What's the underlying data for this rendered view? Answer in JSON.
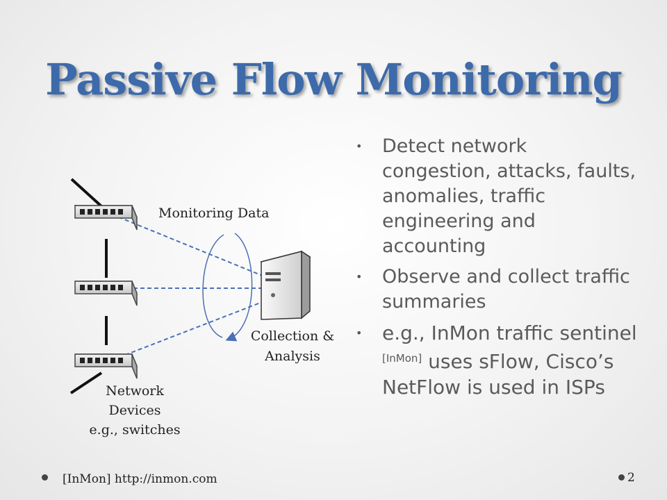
{
  "slide": {
    "title": "Passive Flow Monitoring",
    "bullets": [
      "Detect network congestion, attacks, faults, anomalies, traffic engineering and accounting",
      "Observe and collect traffic summaries"
    ],
    "bullet3": {
      "pre": "e.g., InMon traffic sentinel ",
      "ref": "[InMon]",
      "post": " uses sFlow, Cisco’s NetFlow is used in ISPs"
    },
    "footer_ref": "[InMon] http://inmon.com",
    "page_number": "2"
  },
  "diagram": {
    "monitoring_label": "Monitoring Data",
    "collection_label_line1": "Collection &",
    "collection_label_line2": "Analysis",
    "devices_label_line1": "Network",
    "devices_label_line2": "Devices",
    "devices_label_line3": "e.g., switches",
    "colors": {
      "dashed_line": "#4a6fb5",
      "loop_arrow": "#4a6fb5",
      "title": "#3d6aaa"
    }
  }
}
